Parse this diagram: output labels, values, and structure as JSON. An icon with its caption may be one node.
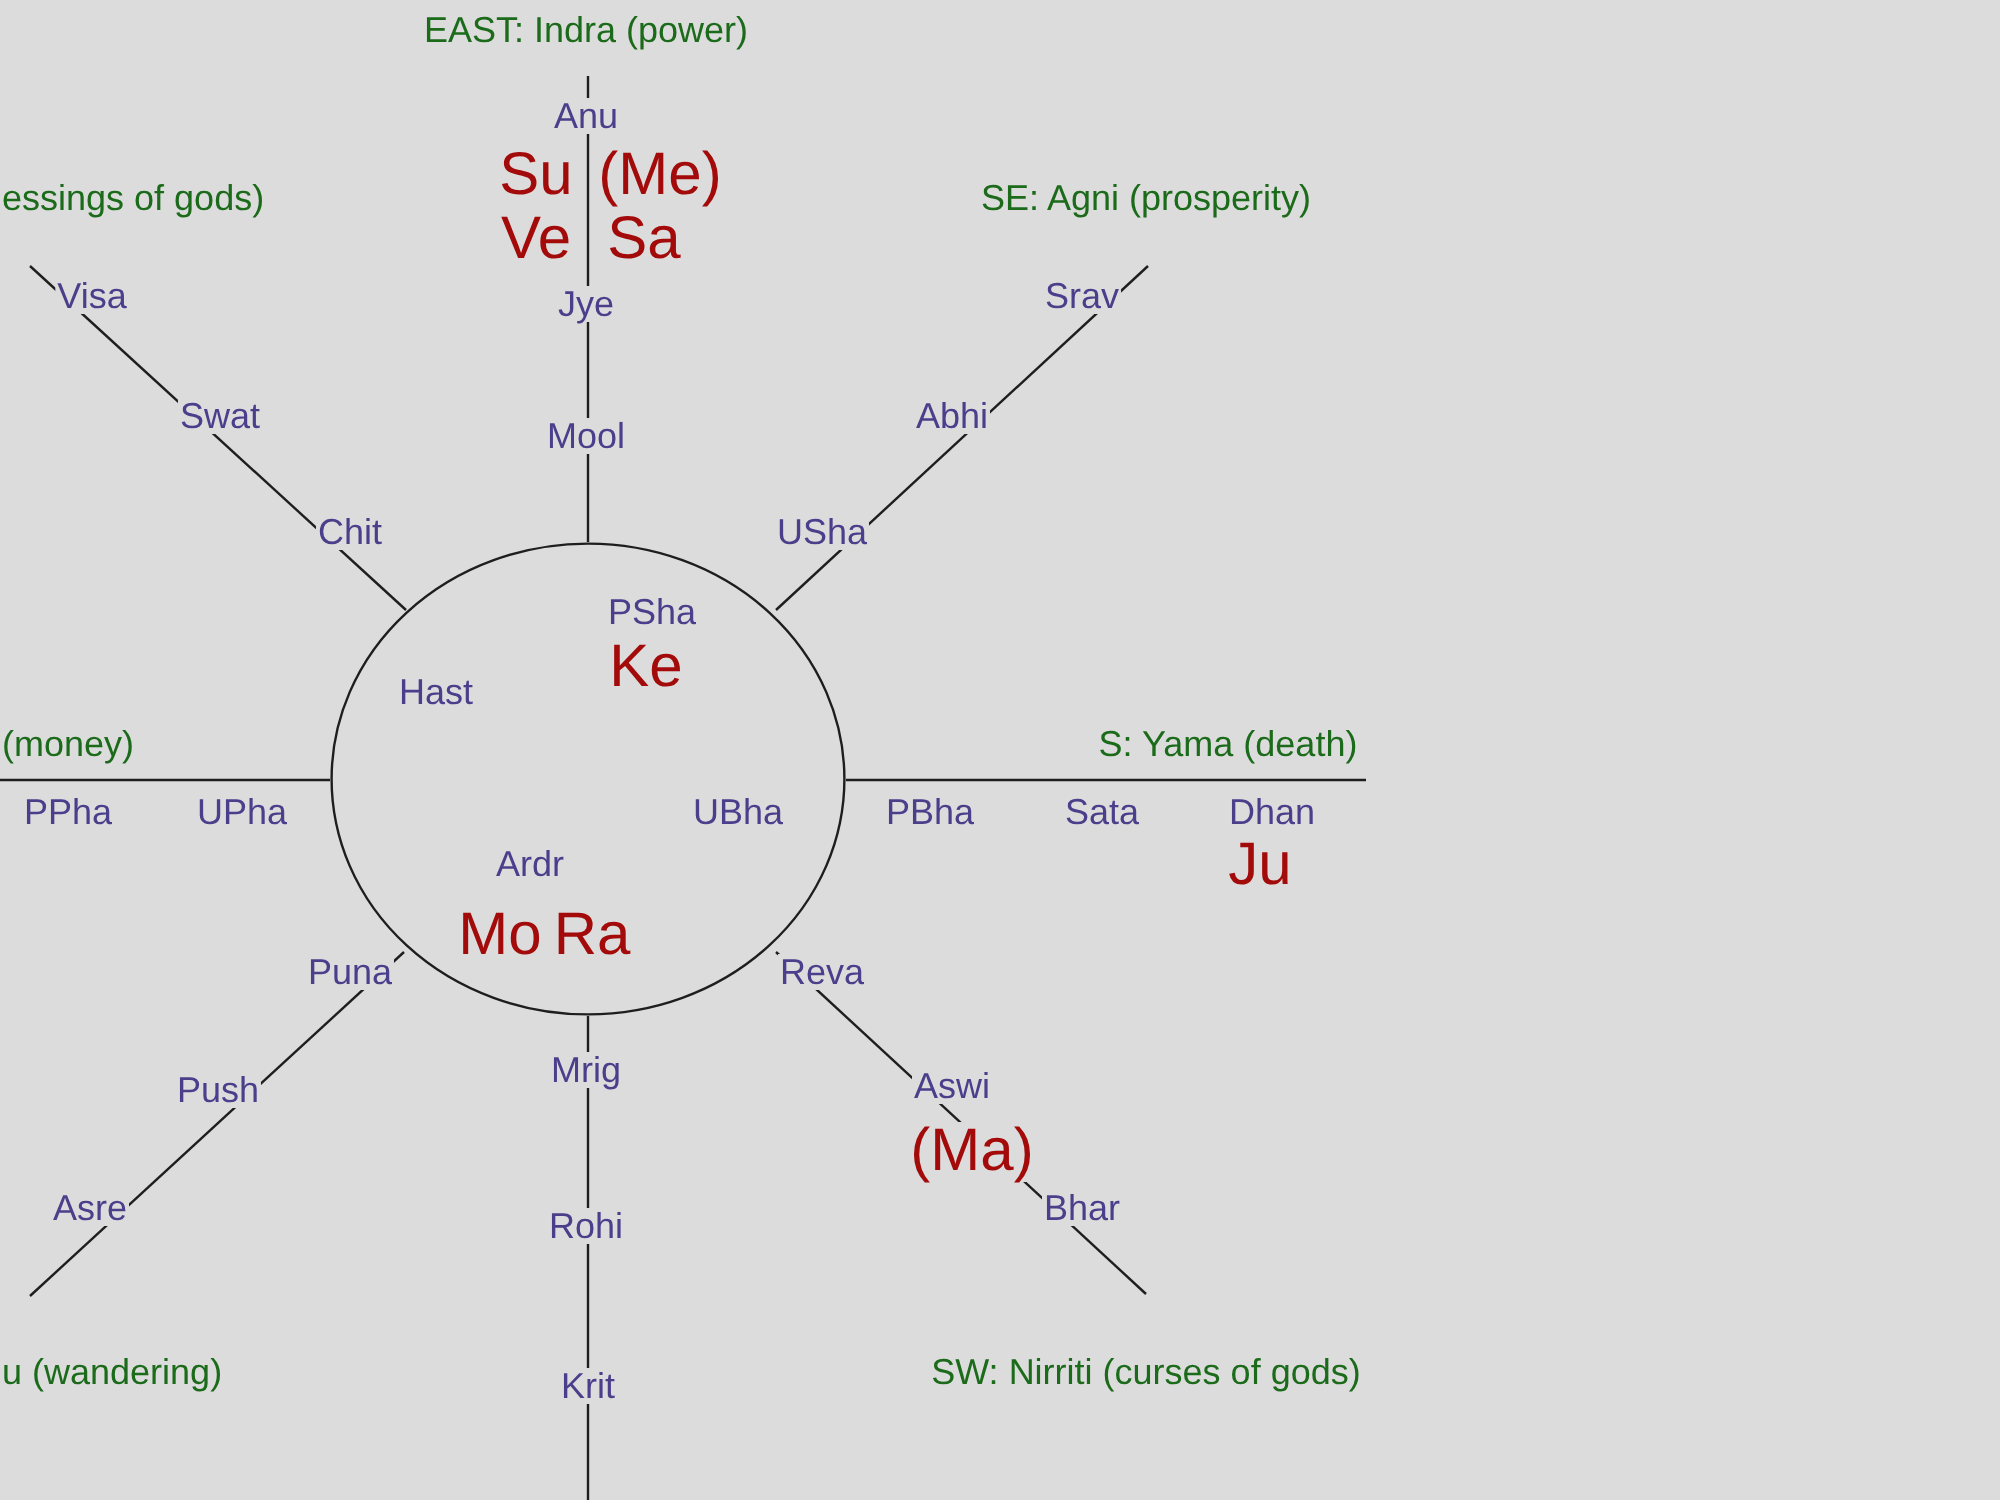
{
  "diagram": {
    "nodes": [
      {
        "text": [
          "PSha",
          "Ke",
          "Hast",
          "UBha",
          "Ardr",
          "Mo",
          "Ra"
        ]
      }
    ],
    "labels": [
      "EAST: Indra (power)",
      "Anu",
      "essings of gods)",
      "Su",
      "(Me)",
      "SE: Agni (prosperity)",
      "Ve",
      "Sa",
      "Visa",
      "Jye",
      "Srav",
      "Swat",
      "Mool",
      "Abhi",
      "Chit",
      "USha",
      "(money)",
      "S: Yama (death)",
      "PPha",
      "UPha",
      "PBha",
      "Sata",
      "Dhan",
      "Ju",
      "Puna",
      "Reva",
      "Push",
      "Mrig",
      "Aswi",
      "(Ma)",
      "Asre",
      "Rohi",
      "Bhar",
      "u (wandering)",
      "Krit",
      "SW: Nirriti (curses of gods)"
    ]
  }
}
